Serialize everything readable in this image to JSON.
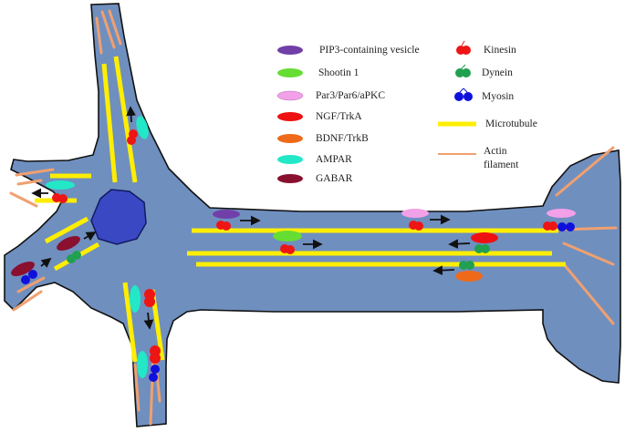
{
  "colors": {
    "cell_body": "#6f8fbf",
    "cell_outline": "#111111",
    "nucleus": "#3a48c4",
    "microtubule": "#ffee00",
    "actin": "#f0a070",
    "pip3": "#7040a8",
    "shootin": "#66dd33",
    "par": "#f2a0e8",
    "ngf": "#ee1111",
    "bdnf": "#ee6a1a",
    "ampar": "#22e8c8",
    "gabar": "#8a1030",
    "kinesin": "#ee1515",
    "dynein": "#20a050",
    "myosin": "#1010dd"
  },
  "legend": {
    "cargos": [
      {
        "label": "PIP3-containing vesicle",
        "color_key": "pip3"
      },
      {
        "label": "Shootin 1",
        "color_key": "shootin"
      },
      {
        "label": "Par3/Par6/aPKC",
        "color_key": "par"
      },
      {
        "label": "NGF/TrkA",
        "color_key": "ngf"
      },
      {
        "label": "BDNF/TrkB",
        "color_key": "bdnf"
      },
      {
        "label": "AMPAR",
        "color_key": "ampar"
      },
      {
        "label": "GABAR",
        "color_key": "gabar"
      }
    ],
    "motors": [
      {
        "label": "Kinesin",
        "color_key": "kinesin"
      },
      {
        "label": "Dynein",
        "color_key": "dynein"
      },
      {
        "label": "Myosin",
        "color_key": "myosin"
      }
    ],
    "filaments": [
      {
        "label": "Microtubule",
        "color_key": "microtubule"
      },
      {
        "label_line1": "Actin",
        "label_line2": "filament",
        "color_key": "actin"
      }
    ]
  }
}
